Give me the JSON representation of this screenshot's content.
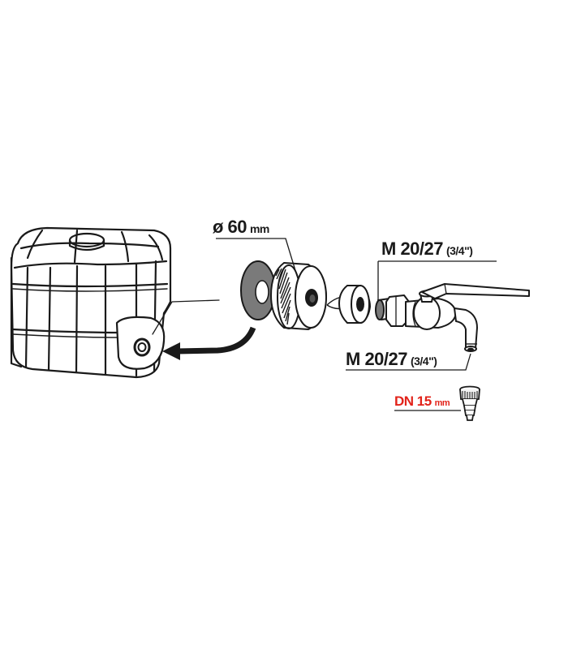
{
  "labels": {
    "diameter": {
      "main": "ø 60",
      "unit": "mm"
    },
    "tap_thread_top": {
      "main": "M 20/27",
      "unit": "(3/4\")"
    },
    "tap_thread_bottom": {
      "main": "M 20/27",
      "unit": "(3/4\")"
    },
    "hose_adapter": {
      "main": "DN 15",
      "unit": "mm"
    }
  },
  "colors": {
    "line": "#1a1a1a",
    "accent": "#e2231a",
    "fill_grey": "#7a7a7a",
    "fill_light": "#f2f2f2"
  },
  "icons": [
    "ibc-tank",
    "arrow",
    "gasket-washer",
    "nut-adapter",
    "ptfe-tape",
    "ball-valve-tap",
    "hose-nozzle"
  ]
}
